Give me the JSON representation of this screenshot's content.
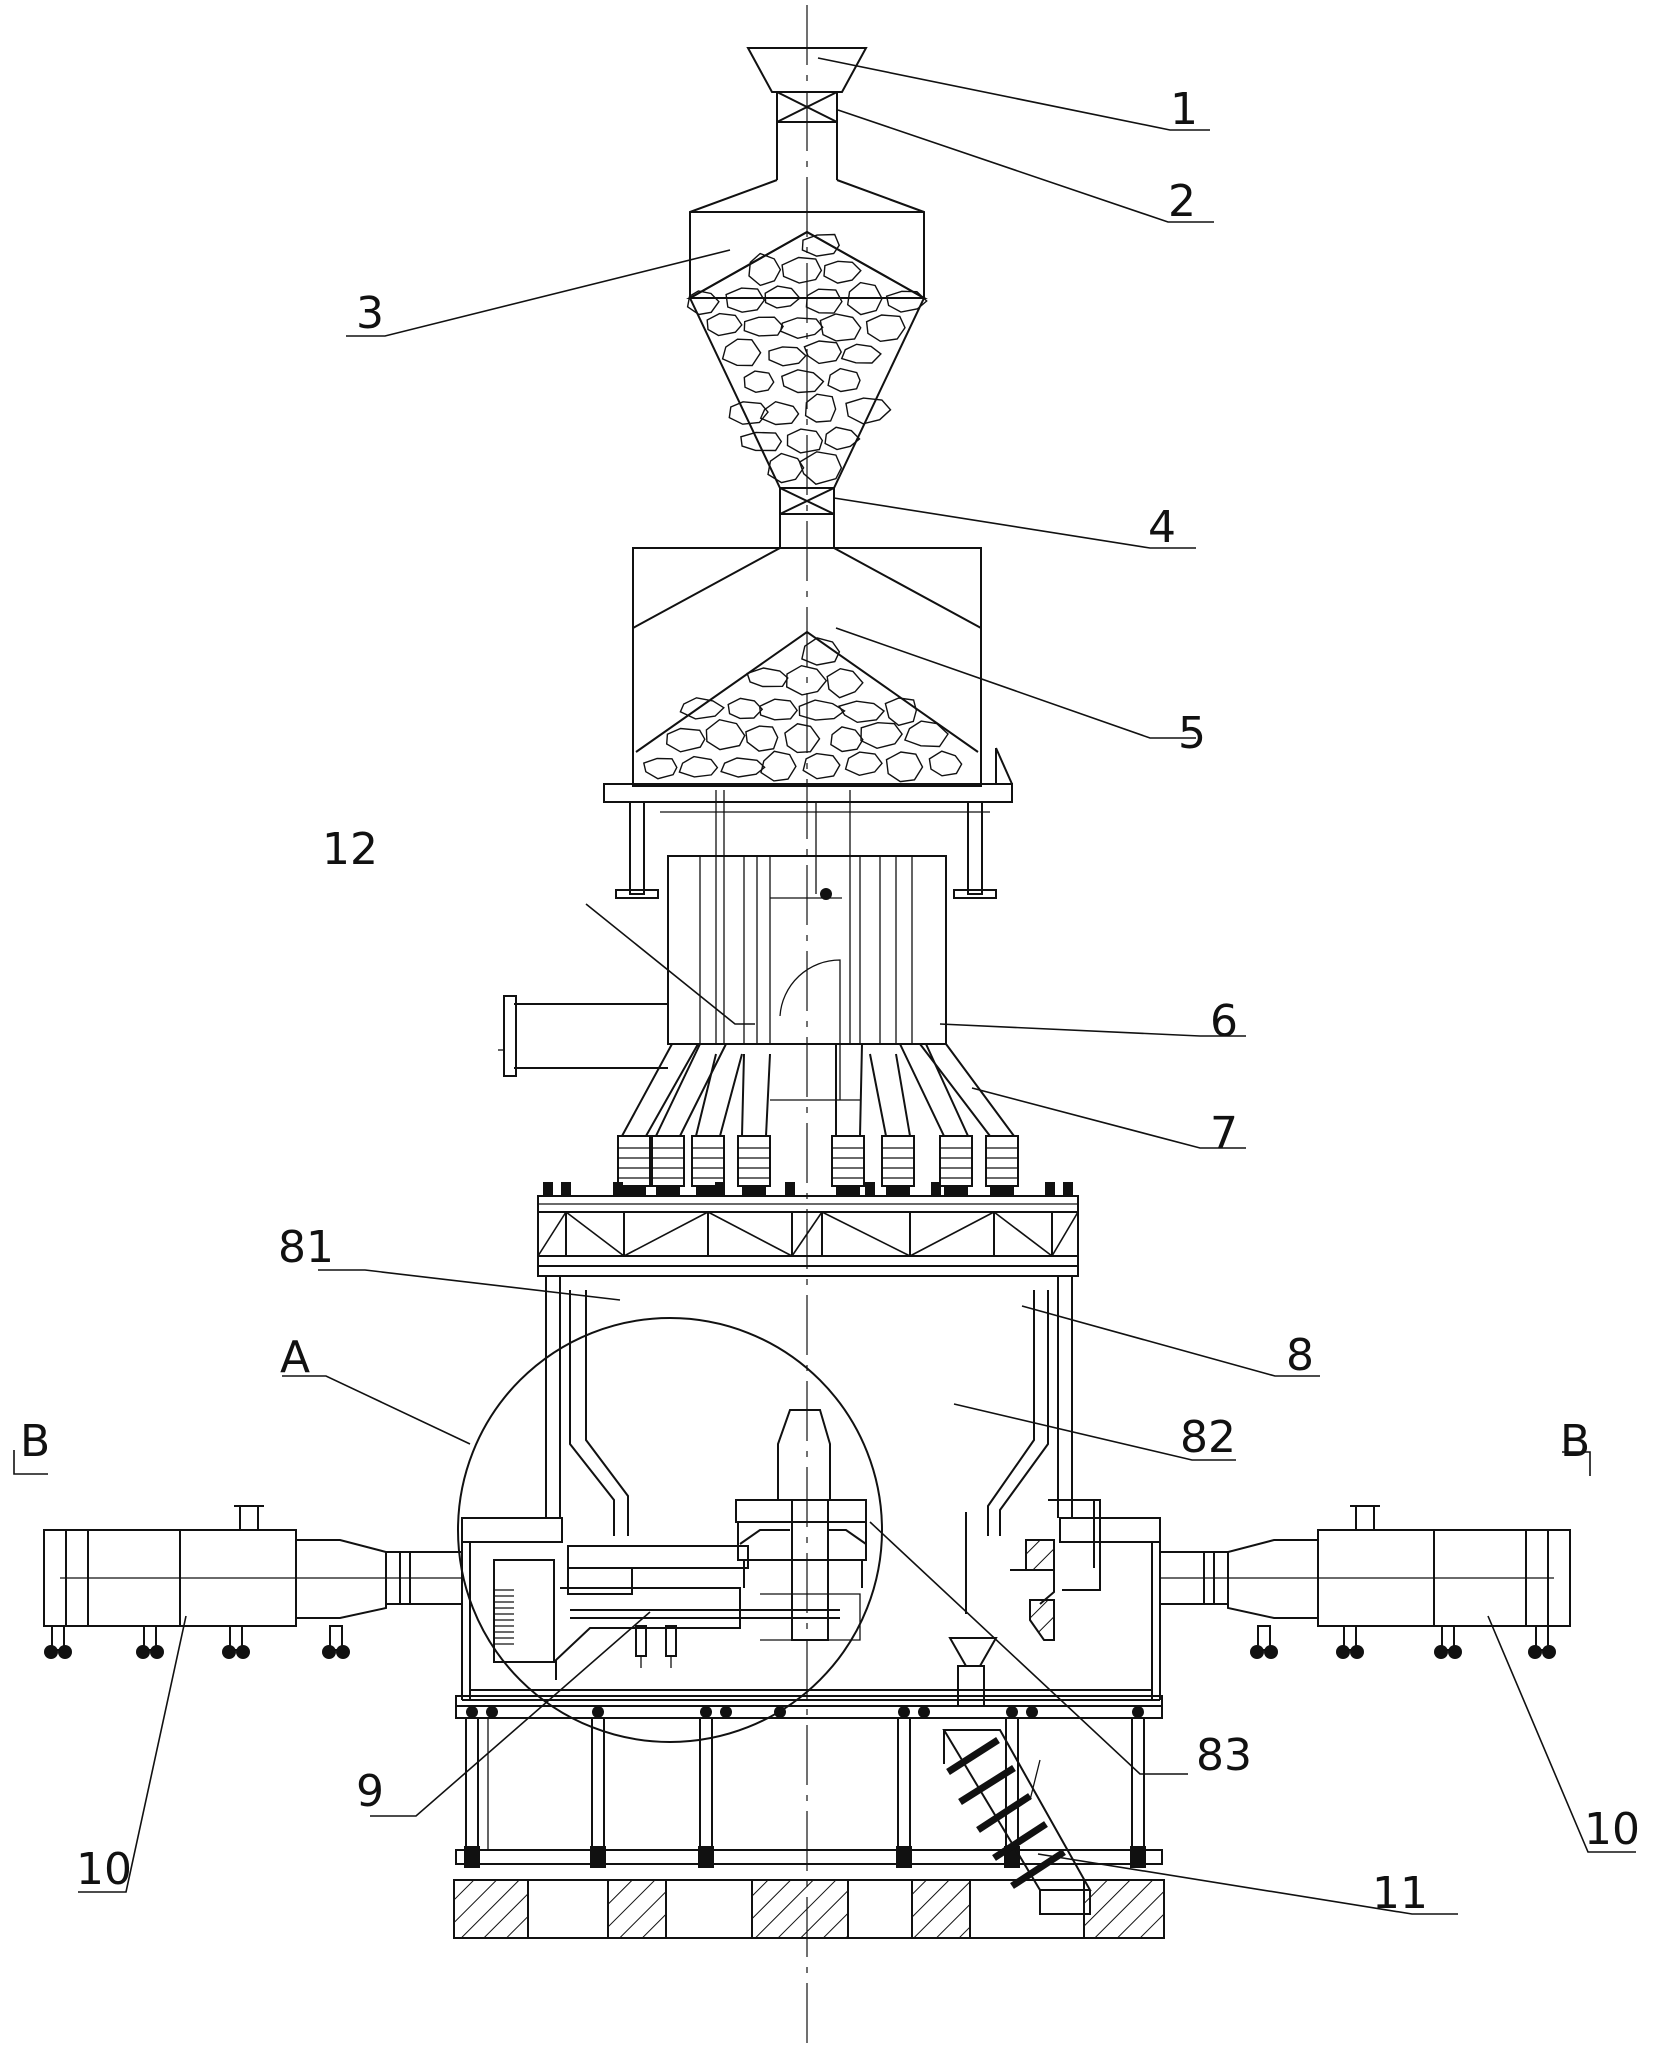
{
  "labels": {
    "l1": "1",
    "l2": "2",
    "l3": "3",
    "l4": "4",
    "l5": "5",
    "l6": "6",
    "l7": "7",
    "l8": "8",
    "l81": "81",
    "l82": "82",
    "l83": "83",
    "l9": "9",
    "l10_left": "10",
    "l10_right": "10",
    "l11": "11",
    "l12": "12",
    "lA": "A",
    "lB_left": "B",
    "lB_right": "B"
  }
}
